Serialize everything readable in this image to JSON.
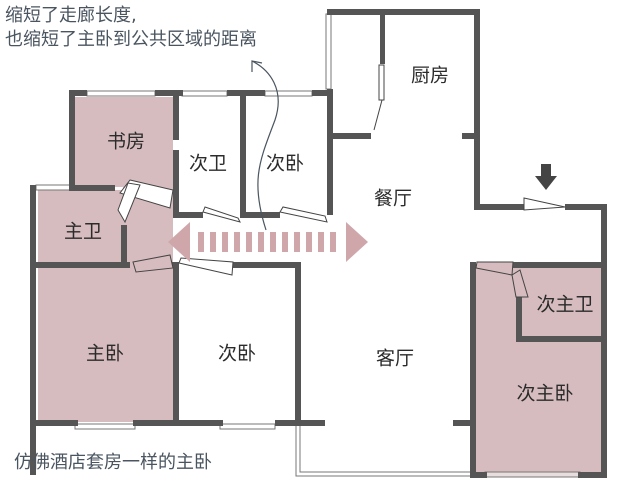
{
  "annotations": {
    "top_line1": "缩短了走廊长度,",
    "top_line2": "也缩短了主卧到公共区域的距离",
    "bottom": "仿佛酒店套房一样的主卧"
  },
  "rooms": {
    "study": "书房",
    "guest_bath": "次卫",
    "bedroom_top": "次卧",
    "kitchen": "厨房",
    "dining": "餐厅",
    "master_bath": "主卫",
    "master_bedroom": "主卧",
    "bedroom_bottom": "次卧",
    "living": "客厅",
    "sub_master_bath": "次主卫",
    "sub_master_bedroom": "次主卧"
  },
  "colors": {
    "wall": "#555555",
    "highlight_room": "#d6bcbf",
    "arrow": "#cfa6aa",
    "annotation_text": "#4a5560",
    "room_text": "#2b2b2b"
  },
  "icons": {
    "entrance": "entrance-arrow-icon",
    "corridor": "double-arrow-icon",
    "curve": "curved-arrow-icon"
  }
}
